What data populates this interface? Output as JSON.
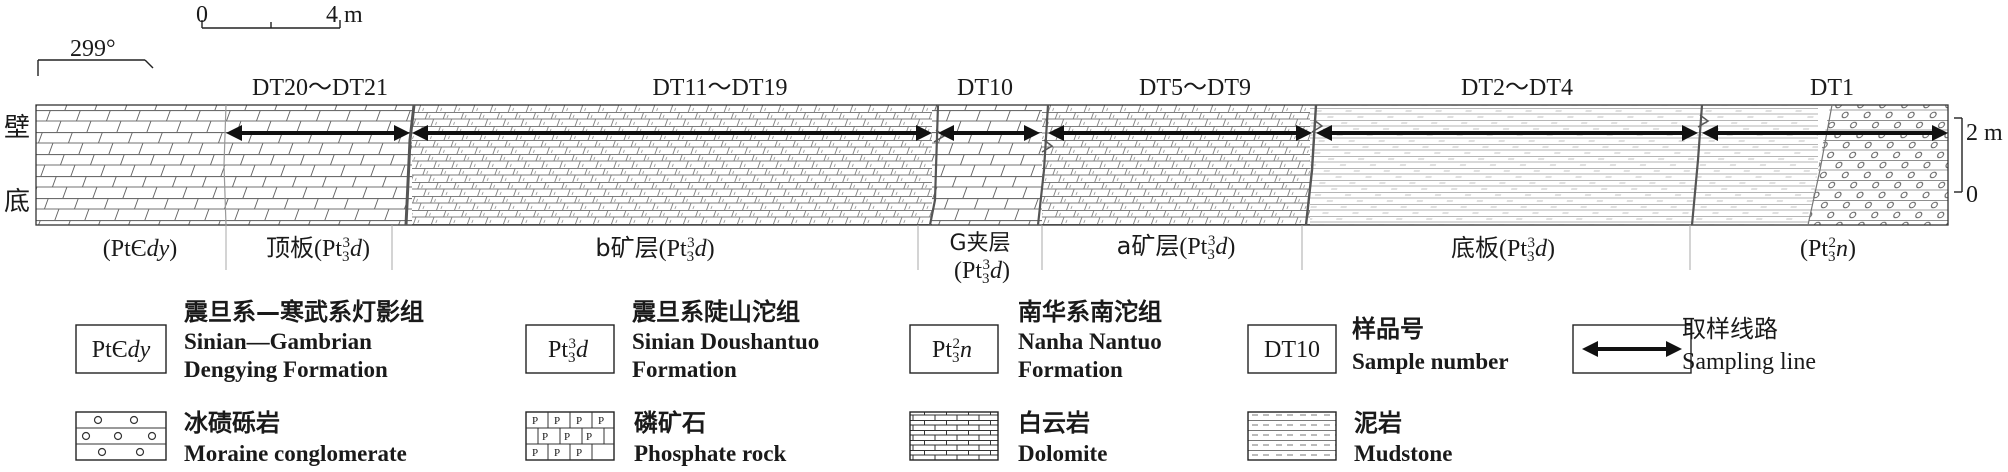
{
  "scale_bar": {
    "start": "0",
    "end": "4 m"
  },
  "orientation": "299°",
  "side_labels": {
    "top": "壁",
    "bottom": "底"
  },
  "height_scale": {
    "top": "2 m",
    "bottom": "0"
  },
  "samples": [
    {
      "id": "dt20-21",
      "label": "DT20～DT21"
    },
    {
      "id": "dt11-19",
      "label": "DT11～DT19"
    },
    {
      "id": "dt10",
      "label": "DT10"
    },
    {
      "id": "dt5-9",
      "label": "DT5～DT9"
    },
    {
      "id": "dt2-4",
      "label": "DT2～DT4"
    },
    {
      "id": "dt1",
      "label": "DT1"
    }
  ],
  "units": {
    "dengying": {
      "pre": "(PtЄ",
      "it": "dy",
      "post": ")"
    },
    "roof": {
      "cn": "顶板",
      "code_pre": "(Pt",
      "sub": "3",
      "sup": "3",
      "it": "d",
      "post": ")"
    },
    "ore_b": {
      "cn": "b矿层",
      "code_pre": "(Pt",
      "sub": "3",
      "sup": "3",
      "it": "d",
      "post": ")"
    },
    "g_interlayer": {
      "cn": "G夹层",
      "code_pre": "(Pt",
      "sub": "3",
      "sup": "3",
      "it": "d",
      "post": ")"
    },
    "ore_a": {
      "cn": "a矿层",
      "code_pre": "(Pt",
      "sub": "3",
      "sup": "3",
      "it": "d",
      "post": ")"
    },
    "floor": {
      "cn": "底板",
      "code_pre": "(Pt",
      "sub": "3",
      "sup": "3",
      "it": "d",
      "post": ")"
    },
    "nantuo": {
      "code_pre": "(Pt",
      "sub": "3",
      "sup": "2",
      "it": "n",
      "post": ")"
    }
  },
  "legend": {
    "dengying": {
      "box_pre": "PtЄ",
      "box_it": "dy",
      "cn": "震旦系—寒武系灯影组",
      "en1": "Sinian—Gambrian",
      "en2": "Dengying Formation"
    },
    "doushantuo": {
      "box_pre": "Pt",
      "box_sub": "3",
      "box_sup": "3",
      "box_it": "d",
      "cn": "震旦系陡山沱组",
      "en1": "Sinian Doushantuo",
      "en2": "Formation"
    },
    "nantuo": {
      "box_pre": "Pt",
      "box_sub": "3",
      "box_sup": "2",
      "box_it": "n",
      "cn": "南华系南沱组",
      "en1": "Nanha Nantuo",
      "en2": "Formation"
    },
    "sample": {
      "box": "DT10",
      "cn": "样品号",
      "en": "Sample number"
    },
    "sampling_line": {
      "cn": "取样线路",
      "en": "Sampling line"
    },
    "moraine": {
      "cn": "冰碛砾岩",
      "en": "Moraine conglomerate"
    },
    "phosphate": {
      "cn": "磷矿石",
      "en": "Phosphate rock",
      "pattern_letter": "P"
    },
    "dolomite": {
      "cn": "白云岩",
      "en": "Dolomite"
    },
    "mudstone": {
      "cn": "泥岩",
      "en": "Mudstone"
    }
  }
}
